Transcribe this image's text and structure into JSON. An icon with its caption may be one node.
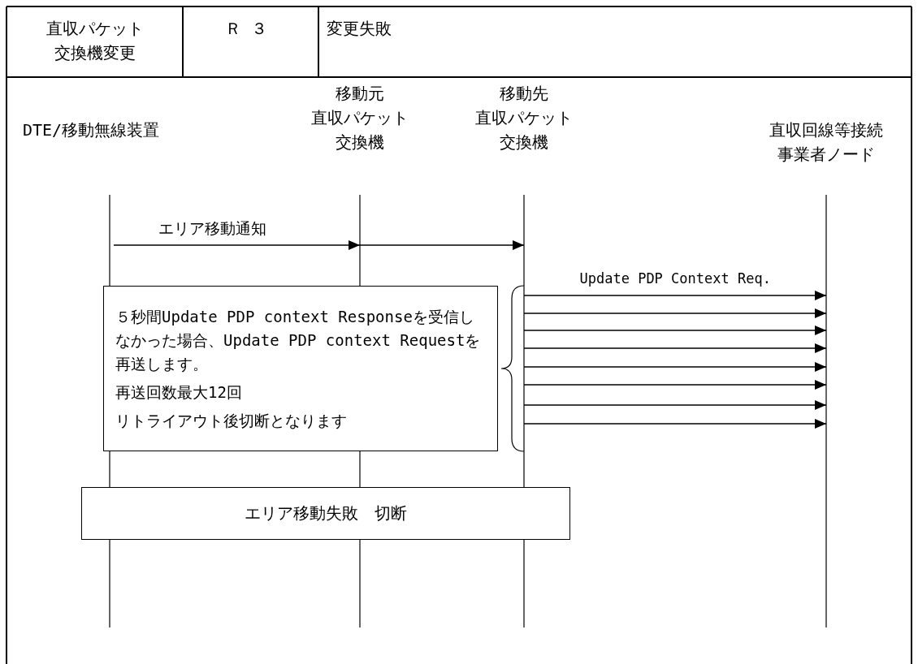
{
  "diagram": {
    "nodes": [
      {
        "text": [
          "DTE/移動無線装置"
        ]
      },
      {
        "text": [
          "移動元直収パケット交換機"
        ]
      },
      {
        "text": [
          "移動先直収パケット交換機"
        ]
      },
      {
        "text": [
          "直収回線等接続事業者ノード"
        ]
      },
      {
        "text": [
          "５秒間Update PDP context Responseを受信しなかった場合、Update PDP context Requestを再送します。",
          "再送回数最大12回",
          "リトライアウト後切断となります"
        ]
      },
      {
        "text": [
          "エリア移動失敗　切断"
        ]
      }
    ],
    "edges": [
      {
        "from": 0,
        "to": 1,
        "arrow": "to",
        "label": "エリア移動通知"
      },
      {
        "from": 1,
        "to": 2,
        "arrow": "to"
      },
      {
        "from": 2,
        "to": 3,
        "arrow": "to",
        "label": "Update PDP Context Req."
      },
      {
        "from": 2,
        "to": 3,
        "arrow": "to"
      },
      {
        "from": 2,
        "to": 3,
        "arrow": "to"
      },
      {
        "from": 2,
        "to": 3,
        "arrow": "to"
      },
      {
        "from": 2,
        "to": 3,
        "arrow": "to"
      },
      {
        "from": 2,
        "to": 3,
        "arrow": "to"
      },
      {
        "from": 2,
        "to": 3,
        "arrow": "to"
      },
      {
        "from": 2,
        "to": 3,
        "arrow": "to"
      }
    ],
    "labels": [
      "直収パケット交換機変更",
      "Ｒ３",
      "変更失敗"
    ]
  }
}
